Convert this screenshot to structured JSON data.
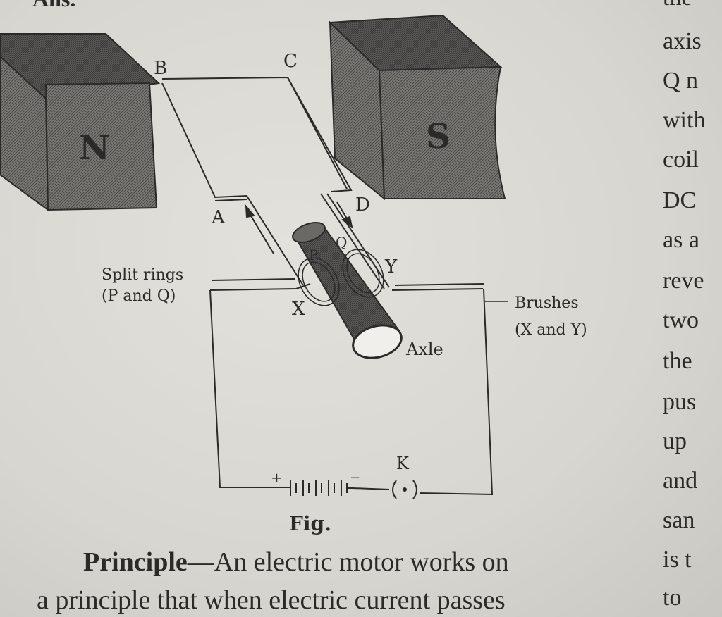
{
  "header_fragment": "Ans.",
  "diagram": {
    "magnet_north_label": "N",
    "magnet_south_label": "S",
    "coil_label_a": "A",
    "coil_label_b": "B",
    "coil_label_c": "C",
    "coil_label_d": "D",
    "split_rings_label_line1": "Split rings",
    "split_rings_label_line2": "(P and Q)",
    "ring_label_p": "P",
    "ring_label_q": "Q",
    "brush_label_x": "X",
    "brush_label_y": "Y",
    "brushes_label_line1": "Brushes",
    "brushes_label_line2": "(X and Y)",
    "axle_label": "Axle",
    "key_label": "K",
    "battery_plus": "+",
    "battery_minus": "−",
    "caption": "Fig."
  },
  "paragraph": {
    "heading": "Principle",
    "line1_rest": "—An electric motor works on",
    "line2": "a principle that when electric current passes"
  },
  "right_column_fragments": [
    "the",
    "axis",
    "Q n",
    "with",
    "coil",
    "DC",
    "as a",
    "reve",
    "two",
    "the",
    "pus",
    "up",
    "and",
    "san",
    "is t",
    "to"
  ]
}
